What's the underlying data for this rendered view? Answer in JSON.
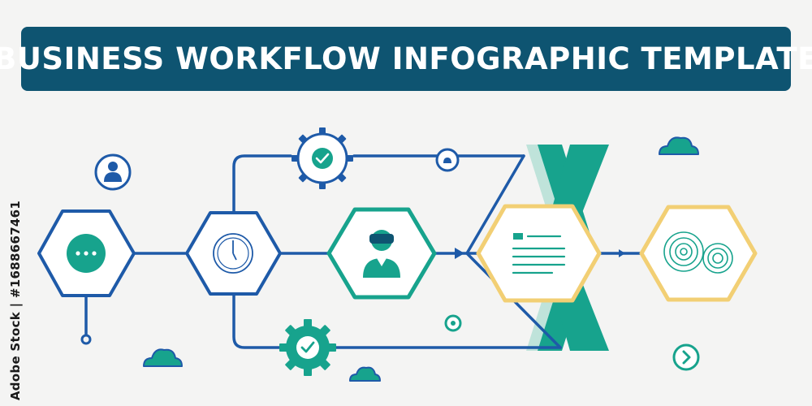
{
  "header": {
    "title": "BUSINESS WORKFLOW INFOGRAPHIC TEMPLATE"
  },
  "watermark": {
    "text": "Adobe Stock",
    "side_label": "Adobe Stock | #1688667461"
  },
  "colors": {
    "banner": "#0e5471",
    "line_blue": "#1e5aa8",
    "teal": "#17a38d",
    "teal_light": "#bfe3da",
    "gold": "#f2cf74",
    "background": "#f4f4f3"
  },
  "steps": [
    {
      "id": "step-1",
      "icon": "chat-dots-icon"
    },
    {
      "id": "step-2",
      "icon": "clock-icon"
    },
    {
      "id": "step-3",
      "icon": "person-vr-headset-icon"
    },
    {
      "id": "step-4",
      "icon": "document-lines-icon"
    },
    {
      "id": "step-5",
      "icon": "target-circles-icon"
    }
  ],
  "decorations": [
    "user-icon",
    "gear-check-outline-icon",
    "gear-check-filled-icon",
    "cloud-icon",
    "small-circle-icon",
    "play-circle-icon"
  ]
}
